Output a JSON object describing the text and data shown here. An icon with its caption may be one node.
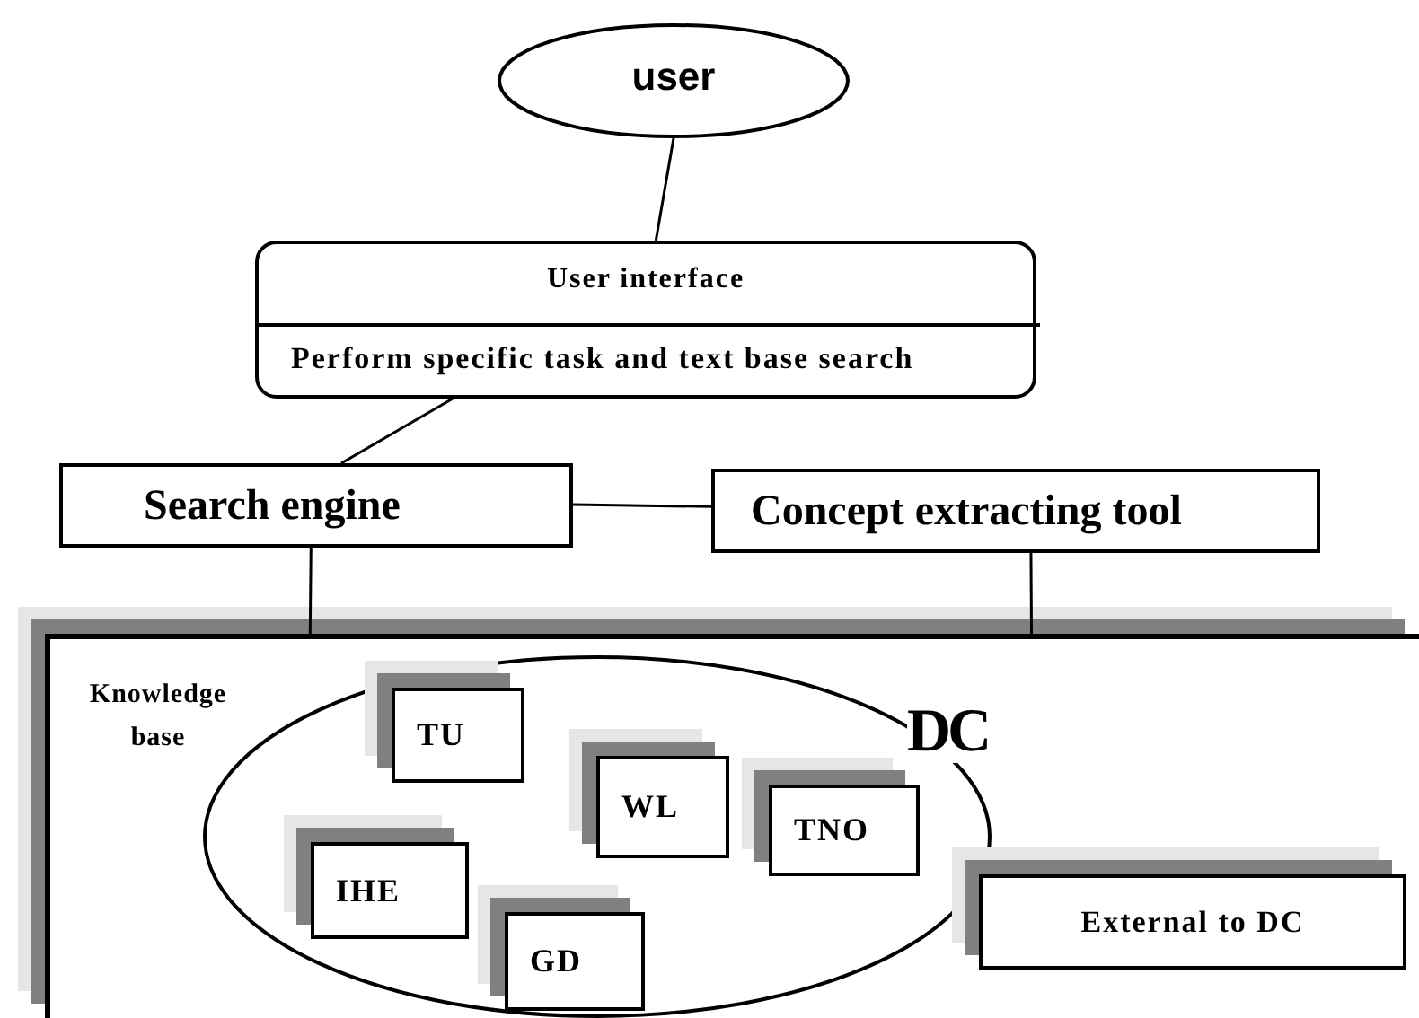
{
  "diagram": {
    "nodes": [
      {
        "text": [
          "user"
        ]
      },
      {
        "text": [
          "User interface",
          "Perform specific task and text base search"
        ]
      },
      {
        "text": [
          "Search engine"
        ]
      },
      {
        "text": [
          "Concept extracting tool"
        ]
      },
      {
        "text": [
          "Knowledge base"
        ]
      },
      {
        "text": [
          "DC"
        ],
        "in": 4
      },
      {
        "text": [
          "TU"
        ],
        "in": 5
      },
      {
        "text": [
          "WL"
        ],
        "in": 5
      },
      {
        "text": [
          "TNO"
        ],
        "in": 5
      },
      {
        "text": [
          "IHE"
        ],
        "in": 5
      },
      {
        "text": [
          "GD"
        ],
        "in": 5
      },
      {
        "text": [
          "External to DC"
        ],
        "in": 4
      }
    ],
    "edges": [
      {
        "from": 0,
        "to": 1,
        "arrow": "none"
      },
      {
        "from": 1,
        "to": 2,
        "arrow": "none"
      },
      {
        "from": 2,
        "to": 3,
        "arrow": "none"
      },
      {
        "from": 2,
        "to": 4,
        "arrow": "none"
      },
      {
        "from": 3,
        "to": 4,
        "arrow": "none"
      }
    ]
  }
}
